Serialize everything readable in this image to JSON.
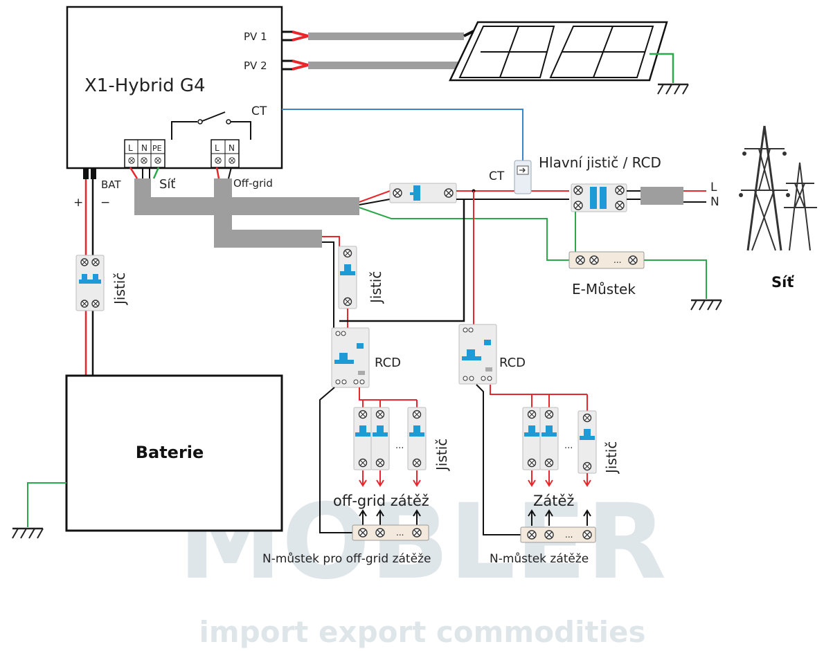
{
  "inverter": {
    "model": "X1-Hybrid G4",
    "pv1": "PV 1",
    "pv2": "PV 2",
    "ct": "CT",
    "terminal_l": "L",
    "terminal_n": "N",
    "terminal_pe": "PE",
    "bat": "BAT",
    "grid_port": "Síť",
    "offgrid_port": "Off-grid",
    "plus": "+",
    "minus": "−"
  },
  "grid": {
    "main_breaker": "Hlavní jistič / RCD",
    "ct": "CT",
    "l": "L",
    "n": "N",
    "label": "Síť"
  },
  "labels": {
    "breaker": "Jistič",
    "rcd": "RCD",
    "e_bridge": "E-Můstek",
    "battery": "Baterie",
    "offgrid_load": "off-grid zátěž",
    "load": "Zátěž",
    "n_bridge_offgrid": "N-můstek pro off-grid zátěže",
    "n_bridge": "N-můstek zátěže",
    "ellipsis": "..."
  },
  "watermark": {
    "brand": "MOBLER",
    "tagline": "import export commodities"
  },
  "colors": {
    "live": "#e8262b",
    "neutral": "#1a1a1a",
    "earth": "#2aa84a",
    "ct_signal": "#3b84c6",
    "cable": "#9e9e9e",
    "breaker_handle": "#1e9bd7"
  }
}
